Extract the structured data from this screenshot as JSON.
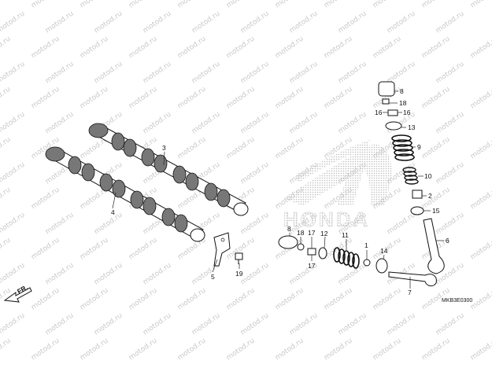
{
  "watermark": {
    "text": "motod.ru"
  },
  "logo": {
    "text": "HONDA"
  },
  "front_arrow": {
    "label": "FR."
  },
  "diagram_code": "MKB3E0300",
  "callouts": {
    "c1": "1",
    "c2": "2",
    "c3": "3",
    "c4": "4",
    "c5": "5",
    "c6": "6",
    "c7": "7",
    "c8a": "8",
    "c8b": "8",
    "c9": "9",
    "c10": "10",
    "c11": "11",
    "c12": "12",
    "c13": "13",
    "c14": "14",
    "c15": "15",
    "c16a": "16",
    "c16b": "16",
    "c17a": "17",
    "c17b": "17",
    "c18a": "18",
    "c18b": "18",
    "c19": "19"
  },
  "colors": {
    "line": "#111111",
    "logo_dots": "#bdbdbd",
    "watermark": "#c9c9c9"
  }
}
